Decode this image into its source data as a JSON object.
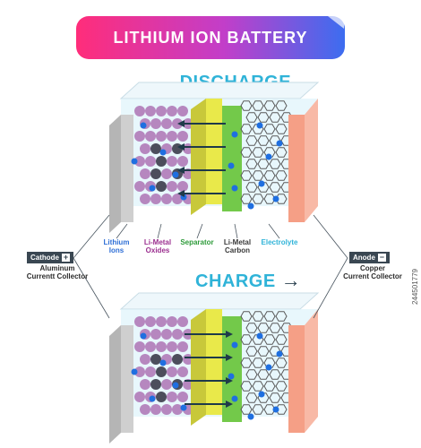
{
  "title": "LITHIUM ION BATTERY",
  "discharge_label": "DISCHARGE",
  "charge_label": "CHARGE",
  "arrow_left": "←",
  "arrow_right": "→",
  "cathode": {
    "tag": "Cathode",
    "sign": "+",
    "desc_line1": "Aluminum",
    "desc_line2": "Currentt Collector"
  },
  "anode": {
    "tag": "Anode",
    "sign": "−",
    "desc_line1": "Copper",
    "desc_line2": "Current Collector"
  },
  "parts": [
    {
      "id": "lithium-ions",
      "line1": "Lithium",
      "line2": "Ions",
      "color": "#2f6fd6"
    },
    {
      "id": "li-metal-oxides",
      "line1": "Li-Metal",
      "line2": "Oxides",
      "color": "#9b2f8f"
    },
    {
      "id": "separator",
      "line1": "Separator",
      "line2": "",
      "color": "#2e9b3a"
    },
    {
      "id": "li-metal-carbon",
      "line1": "Li-Metal",
      "line2": "Carbon",
      "color": "#3a3a3a"
    },
    {
      "id": "electrolyte",
      "line1": "Electrolyte",
      "line2": "",
      "color": "#2fb3d8"
    }
  ],
  "watermark": "244501779",
  "colors": {
    "cathode_plate": "#cfcfcf",
    "oxide_sphere": "#b07ab8",
    "ion": "#1f6fe0",
    "separator_yellow": "#e9e94a",
    "separator_green": "#73c94a",
    "graphite": "#5a5a5a",
    "anode_plate": "#f59f86",
    "electrolyte": "#d8f1fa"
  }
}
